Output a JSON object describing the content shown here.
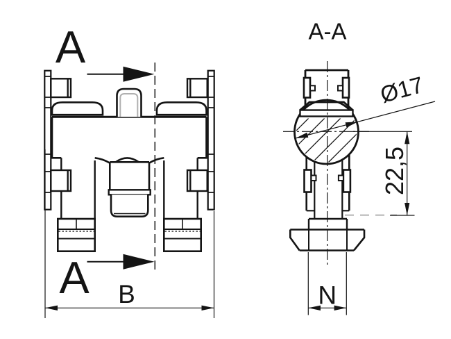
{
  "drawing": {
    "type": "technical-drawing",
    "views": {
      "front": {
        "section_label_top": "A",
        "section_label_bottom": "A",
        "width_dim_label": "B"
      },
      "section": {
        "title": "A-A",
        "diameter_dim_label": "Ø17",
        "height_dim_label": "22,5",
        "slot_width_dim_label": "N"
      }
    },
    "colors": {
      "line": "#141414",
      "gray_inner_line": "#b0b0b0",
      "gray_reference_dash": "#b8b8b8",
      "background": "#ffffff"
    }
  }
}
